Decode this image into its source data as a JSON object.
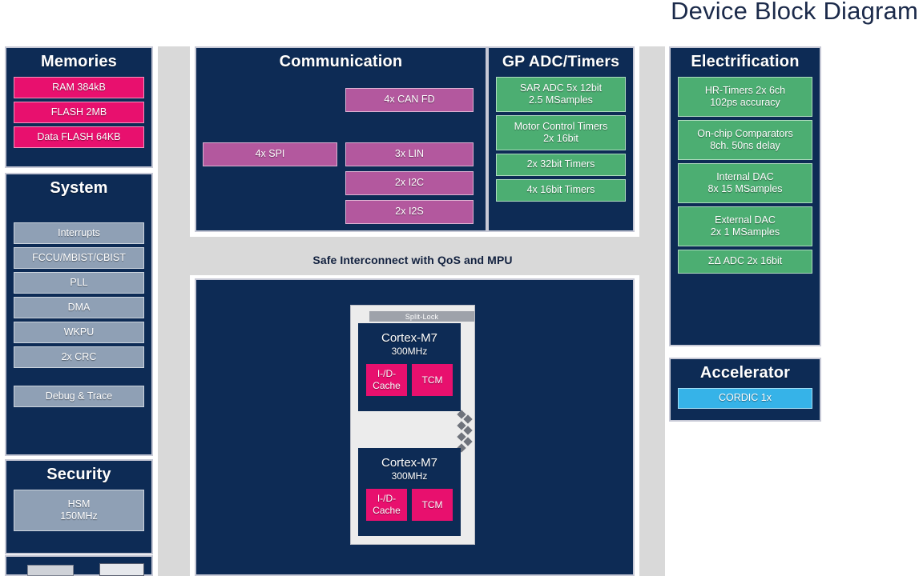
{
  "page": {
    "title": "Device Block Diagram"
  },
  "interconnect": {
    "label": "Safe Interconnect with QoS and MPU"
  },
  "colors": {
    "panel_navy": "#0d2b55",
    "memory_magenta": "#e8106e",
    "communication_purple": "#b3589e",
    "analog_green": "#4cae72",
    "system_slate": "#8fa0b5",
    "accelerator_cyan": "#36b3e8",
    "bus_gray": "#d9d9d9",
    "title_navy": "#1b2a4a"
  },
  "panels": {
    "memories": {
      "title": "Memories",
      "blocks": [
        {
          "label": "RAM 384kB",
          "color": "magenta"
        },
        {
          "label": "FLASH 2MB",
          "color": "magenta"
        },
        {
          "label": "Data FLASH 64KB",
          "color": "magenta"
        }
      ]
    },
    "system": {
      "title": "System",
      "blocks": [
        {
          "label": "Interrupts",
          "color": "slate"
        },
        {
          "label": "FCCU/MBIST/CBIST",
          "color": "slate"
        },
        {
          "label": "PLL",
          "color": "slate"
        },
        {
          "label": "DMA",
          "color": "slate"
        },
        {
          "label": "WKPU",
          "color": "slate"
        },
        {
          "label": "2x CRC",
          "color": "slate"
        }
      ],
      "debug_block": {
        "label": "Debug & Trace",
        "color": "slate"
      }
    },
    "security": {
      "title": "Security",
      "blocks": [
        {
          "label": "HSM\n150MHz",
          "color": "slate"
        }
      ]
    },
    "communication": {
      "title": "Communication",
      "blocks": [
        {
          "label": "4x CAN FD",
          "color": "purple"
        },
        {
          "label": "4x SPI",
          "color": "purple"
        },
        {
          "label": "3x LIN",
          "color": "purple"
        },
        {
          "label": "2x I2C",
          "color": "purple"
        },
        {
          "label": "2x I2S",
          "color": "purple"
        }
      ]
    },
    "gp_adc_timers": {
      "title": "GP ADC/Timers",
      "blocks": [
        {
          "label": "SAR ADC 5x 12bit\n2.5 MSamples",
          "color": "green",
          "lines": 2
        },
        {
          "label": "Motor Control Timers\n2x 16bit",
          "color": "green",
          "lines": 2
        },
        {
          "label": "2x 32bit Timers",
          "color": "green",
          "lines": 1
        },
        {
          "label": "4x 16bit Timers",
          "color": "green",
          "lines": 1
        }
      ]
    },
    "electrification": {
      "title": "Electrification",
      "blocks": [
        {
          "label": "HR-Timers 2x 6ch\n102ps accuracy",
          "color": "green",
          "lines": 2
        },
        {
          "label": "On-chip Comparators\n8ch. 50ns delay",
          "color": "green",
          "lines": 2
        },
        {
          "label": "Internal DAC\n8x 15 MSamples",
          "color": "green",
          "lines": 2
        },
        {
          "label": "External DAC\n2x 1 MSamples",
          "color": "green",
          "lines": 2
        },
        {
          "label": "ΣΔ ADC 2x 16bit",
          "color": "green",
          "lines": 1
        }
      ]
    },
    "accelerator": {
      "title": "Accelerator",
      "blocks": [
        {
          "label": "CORDIC 1x",
          "color": "cyan"
        }
      ]
    },
    "core_complex": {
      "split_lock_label": "Split-Lock",
      "cores": [
        {
          "name": "Cortex-M7",
          "frequency": "300MHz",
          "memories": [
            {
              "label": "I-/D-\nCache",
              "color": "magenta"
            },
            {
              "label": "TCM",
              "color": "magenta"
            }
          ]
        },
        {
          "name": "Cortex-M7",
          "frequency": "300MHz",
          "memories": [
            {
              "label": "I-/D-\nCache",
              "color": "magenta"
            },
            {
              "label": "TCM",
              "color": "magenta"
            }
          ]
        }
      ]
    }
  }
}
